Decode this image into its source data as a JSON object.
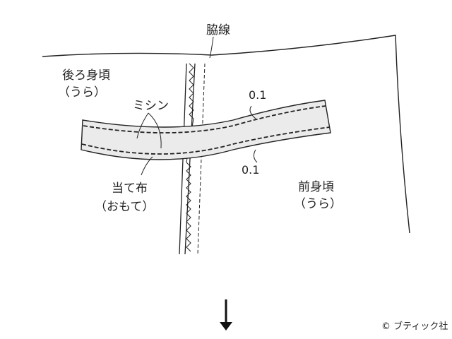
{
  "labels": {
    "side_seam": "脇線",
    "back_body_1": "後ろ身頃",
    "back_body_2": "（うら）",
    "machine": "ミシン",
    "margin_top": "0.1",
    "margin_bottom": "0.1",
    "patch_1": "当て布",
    "patch_2": "（おもて）",
    "front_body_1": "前身頃",
    "front_body_2": "（うら）"
  },
  "credit": "© ブティック社",
  "arrow_icon": "arrow-down-icon",
  "colors": {
    "patch_fill": "#ebebeb",
    "line": "#222222"
  }
}
